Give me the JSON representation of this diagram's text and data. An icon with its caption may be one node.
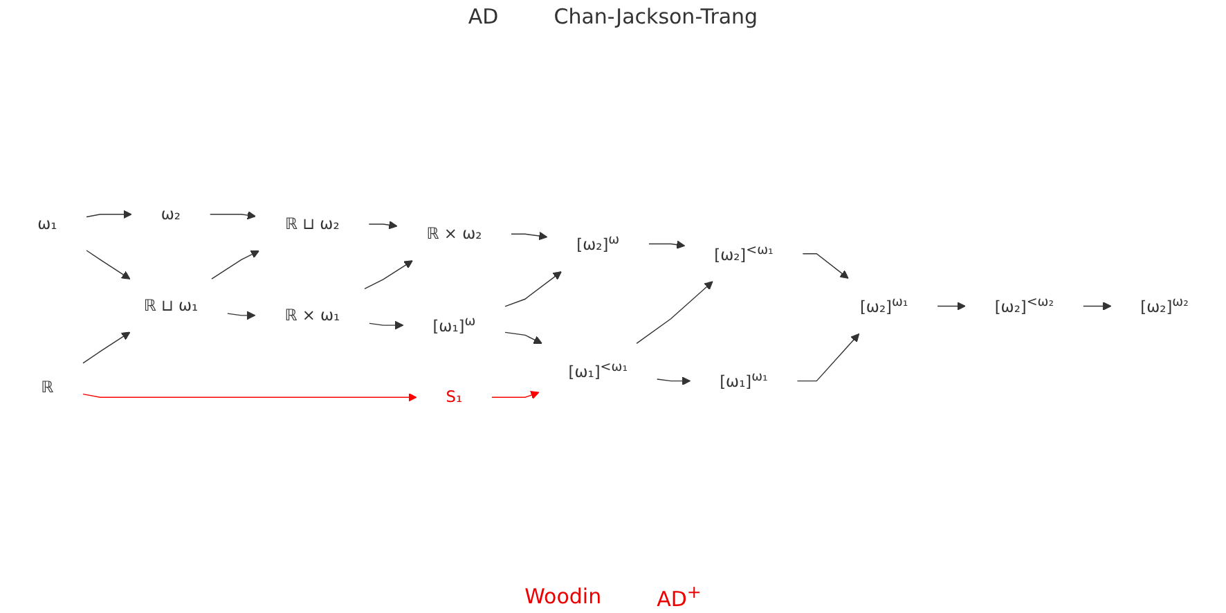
{
  "diagram": {
    "nodes": [
      {
        "text": [
          "ω₁"
        ]
      },
      {
        "text": [
          "ℝ"
        ]
      },
      {
        "text": [
          "ω₂"
        ]
      },
      {
        "text": [
          "ℝ ⊔ ω₁"
        ]
      },
      {
        "text": [
          "ℝ ⊔ ω₂"
        ]
      },
      {
        "text": [
          "ℝ × ω₁"
        ]
      },
      {
        "text": [
          "ℝ × ω₂"
        ]
      },
      {
        "text": [
          "[ω₁]$^{ω}$"
        ]
      },
      {
        "text": [
          "[ω₂]$^{ω}$"
        ]
      },
      {
        "text": [
          "S₁"
        ]
      },
      {
        "text": [
          "[ω₁]$^{<ω₁}$"
        ]
      },
      {
        "text": [
          "[ω₂]$^{<ω₁}$"
        ]
      },
      {
        "text": [
          "[ω₁]$^{ω₁}$"
        ]
      },
      {
        "text": [
          "[ω₂]$^{ω₁}$"
        ]
      },
      {
        "text": [
          "[ω₂]$^{<ω₂}$"
        ]
      },
      {
        "text": [
          "[ω₂]$^{ω₂}$"
        ]
      }
    ],
    "edges": [
      {
        "from": 0,
        "to": 2,
        "arrow": "to"
      },
      {
        "from": 0,
        "to": 3,
        "arrow": "to"
      },
      {
        "from": 1,
        "to": 3,
        "arrow": "to"
      },
      {
        "from": 2,
        "to": 4,
        "arrow": "to"
      },
      {
        "from": 3,
        "to": 4,
        "arrow": "to"
      },
      {
        "from": 3,
        "to": 5,
        "arrow": "to"
      },
      {
        "from": 4,
        "to": 6,
        "arrow": "to"
      },
      {
        "from": 5,
        "to": 6,
        "arrow": "to"
      },
      {
        "from": 5,
        "to": 7,
        "arrow": "to"
      },
      {
        "from": 6,
        "to": 8,
        "arrow": "to"
      },
      {
        "from": 7,
        "to": 8,
        "arrow": "to"
      },
      {
        "from": 7,
        "to": 10,
        "arrow": "to"
      },
      {
        "from": 8,
        "to": 11,
        "arrow": "to"
      },
      {
        "from": 10,
        "to": 11,
        "arrow": "to"
      },
      {
        "from": 10,
        "to": 12,
        "arrow": "to"
      },
      {
        "from": 11,
        "to": 13,
        "arrow": "to"
      },
      {
        "from": 12,
        "to": 13,
        "arrow": "to"
      },
      {
        "from": 13,
        "to": 14,
        "arrow": "to"
      },
      {
        "from": 14,
        "to": 15,
        "arrow": "to"
      },
      {
        "from": 1,
        "to": 9,
        "arrow": "to",
        "color": "#ff0000"
      },
      {
        "from": 9,
        "to": 10,
        "arrow": "to",
        "color": "#ff0000"
      }
    ],
    "labels": [
      "AD",
      "Chan-Jackson-Trang",
      "Woodin",
      "AD$^{+}$"
    ]
  }
}
